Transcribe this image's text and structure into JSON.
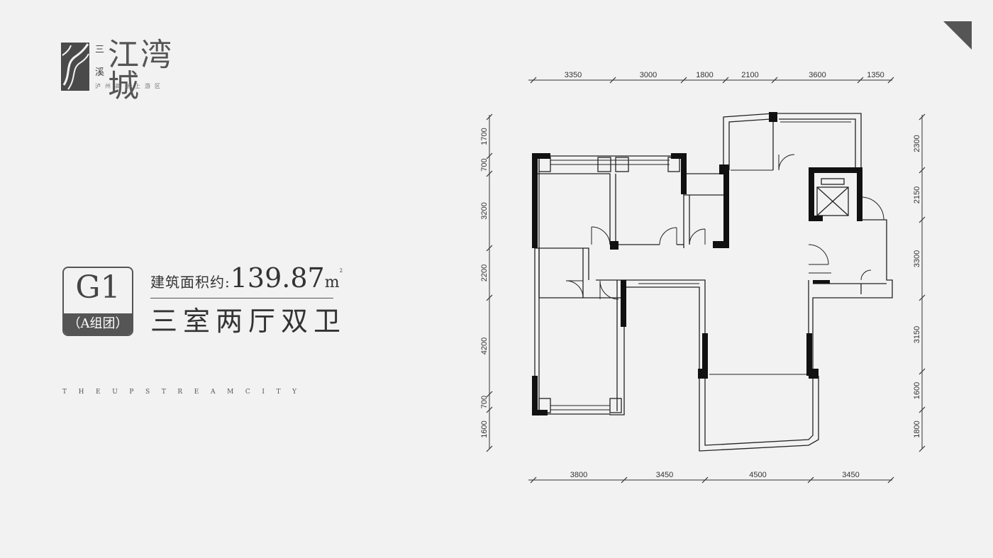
{
  "logo": {
    "name_small_1": "三",
    "name_small_2": "溪",
    "name_main": "江湾城",
    "subtitle": "泸州高端上游区"
  },
  "unit": {
    "code": "G1",
    "group": "（A组团）",
    "area_label": "建筑面积约:",
    "area_value": "139.87",
    "area_unit": "m",
    "area_unit_sup": "2",
    "layout_type": "三室两厅双卫"
  },
  "tagline": "THEUPSTREAMCITY",
  "floor_plan": {
    "dims_top": [
      "3350",
      "3000",
      "1800",
      "2100",
      "3600",
      "1350"
    ],
    "dims_bottom": [
      "3800",
      "3450",
      "4500",
      "3450"
    ],
    "dims_left": [
      "1700",
      "700",
      "3200",
      "2200",
      "4200",
      "700",
      "1600"
    ],
    "dims_right": [
      "2300",
      "2150",
      "3300",
      "3150",
      "1600",
      "1800"
    ]
  },
  "colors": {
    "background": "#f2f2f2",
    "wall": "#111111",
    "badge": "#555555"
  }
}
